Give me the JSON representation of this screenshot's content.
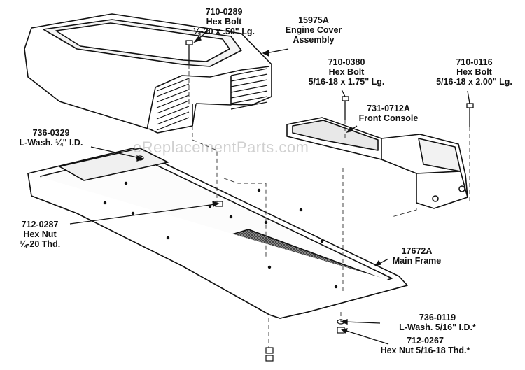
{
  "watermark": "eReplacementParts.com",
  "callouts": [
    {
      "id": "710-0289",
      "lines": [
        "710-0289",
        "Hex Bolt",
        "¼-20 x .50\" Lg."
      ]
    },
    {
      "id": "15975A",
      "lines": [
        "15975A",
        "Engine Cover",
        "Assembly"
      ]
    },
    {
      "id": "710-0380",
      "lines": [
        "710-0380",
        "Hex Bolt",
        "5/16-18 x 1.75\" Lg."
      ]
    },
    {
      "id": "710-0116",
      "lines": [
        "710-0116",
        "Hex Bolt",
        "5/16-18 x 2.00\" Lg."
      ]
    },
    {
      "id": "731-0712A",
      "lines": [
        "731-0712A",
        "Front Console"
      ]
    },
    {
      "id": "736-0329",
      "lines": [
        "736-0329",
        "L-Wash. ¼\" I.D."
      ]
    },
    {
      "id": "712-0287",
      "lines": [
        "712-0287",
        "Hex Nut",
        "¼-20 Thd."
      ]
    },
    {
      "id": "17672A",
      "lines": [
        "17672A",
        "Main Frame"
      ]
    },
    {
      "id": "736-0119",
      "lines": [
        "736-0119",
        "L-Wash. 5/16\" I.D.*"
      ]
    },
    {
      "id": "712-0267",
      "lines": [
        "712-0267",
        "Hex Nut 5/16-18 Thd.*"
      ]
    }
  ]
}
